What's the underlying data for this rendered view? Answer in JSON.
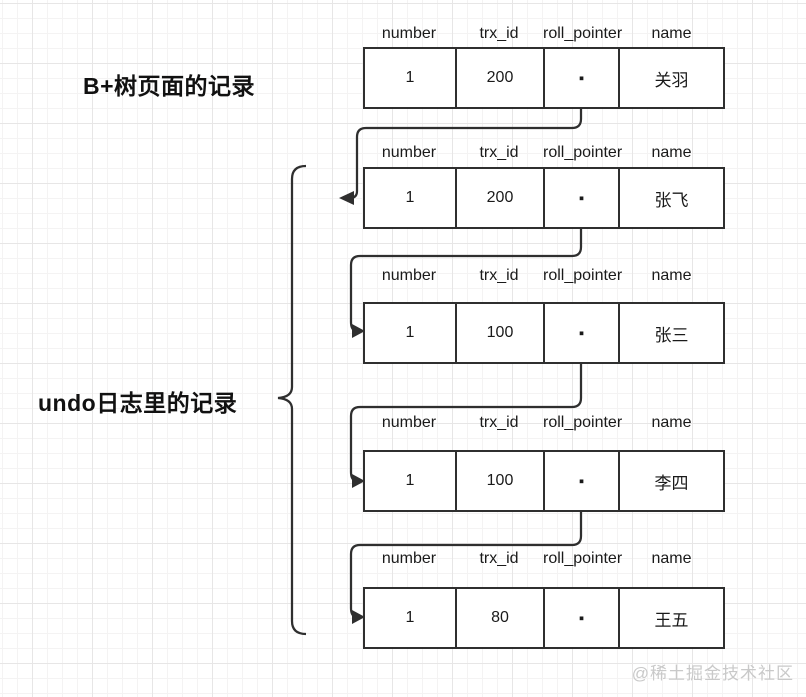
{
  "diagram": {
    "labels": {
      "btree": "B+树页面的记录",
      "undo": "undo日志里的记录"
    },
    "table": {
      "headers": [
        "number",
        "trx_id",
        "roll_pointer",
        "name"
      ]
    },
    "records": [
      {
        "number": "1",
        "trx_id": "200",
        "roll_pointer": "▪",
        "name": "关羽"
      },
      {
        "number": "1",
        "trx_id": "200",
        "roll_pointer": "▪",
        "name": "张飞"
      },
      {
        "number": "1",
        "trx_id": "100",
        "roll_pointer": "▪",
        "name": "张三"
      },
      {
        "number": "1",
        "trx_id": "100",
        "roll_pointer": "▪",
        "name": "李四"
      },
      {
        "number": "1",
        "trx_id": "80",
        "roll_pointer": "▪",
        "name": "王五"
      }
    ],
    "connectors": [
      {
        "from_record": 0,
        "to_record": 1
      },
      {
        "from_record": 1,
        "to_record": 2
      },
      {
        "from_record": 2,
        "to_record": 3
      },
      {
        "from_record": 3,
        "to_record": 4
      }
    ],
    "icons": {
      "roll_pointer_dot": "filled-square",
      "arrowhead": "filled-triangle",
      "brace": "curly-brace-left-group"
    },
    "colors": {
      "line": "#2f2f2f",
      "text": "#111111",
      "grid_major": "#e7e6e6",
      "grid_minor": "#f4f3f3",
      "watermark": "#c9c9c9",
      "background": "#ffffff"
    },
    "watermark": "@稀土掘金技术社区"
  }
}
